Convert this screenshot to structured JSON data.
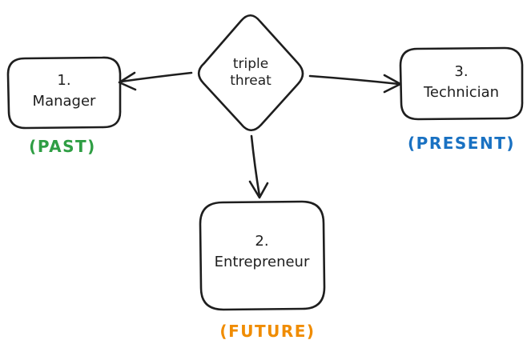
{
  "diagram": {
    "background": "#ffffff",
    "stroke_color": "#1e1e1e",
    "decision": {
      "label_line1": "triple",
      "label_line2": "threat"
    },
    "nodes": {
      "manager": {
        "number": "1.",
        "label": "Manager",
        "tag": "(PAST)",
        "tag_color": "#2f9e44",
        "position": "left"
      },
      "entrepreneur": {
        "number": "2.",
        "label": "Entrepreneur",
        "tag": "(FUTURE)",
        "tag_color": "#f08c00",
        "position": "bottom"
      },
      "technician": {
        "number": "3.",
        "label": "Technician",
        "tag": "(PRESENT)",
        "tag_color": "#1971c2",
        "position": "right"
      }
    },
    "connections": [
      {
        "from": "triple threat",
        "to": "Manager",
        "direction": "left"
      },
      {
        "from": "triple threat",
        "to": "Technician",
        "direction": "right"
      },
      {
        "from": "triple threat",
        "to": "Entrepreneur",
        "direction": "down"
      }
    ]
  }
}
